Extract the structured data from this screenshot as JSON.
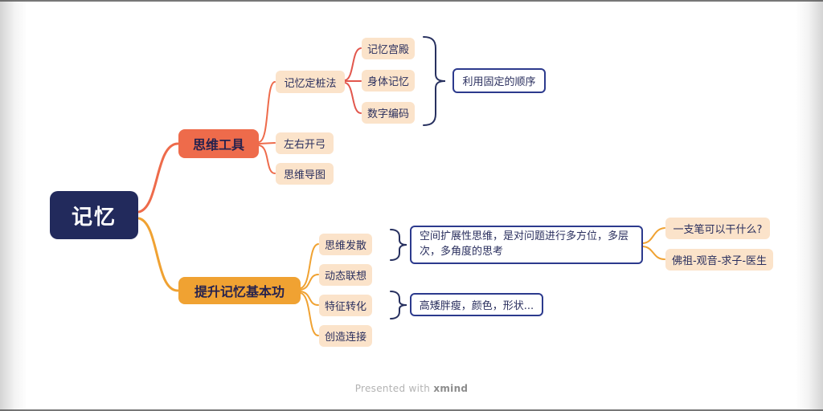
{
  "palette": {
    "root_bg": "#222a5c",
    "branch1_bg": "#ee6b4b",
    "branch2_bg": "#f0a232",
    "leaf_bg": "#fbe3ca",
    "callout_border": "#2c3a8d",
    "text_dark": "#2a2f5e",
    "line_orange": "#ee6b4b",
    "line_amber": "#f0a232",
    "line_red": "#e2574d",
    "brace_color": "#27305f"
  },
  "nodes": {
    "root": "记忆",
    "thinking_tools": "思维工具",
    "memory_pegging": "记忆定桩法",
    "memory_palace": "记忆宫殿",
    "body_memory": "身体记忆",
    "number_encoding": "数字编码",
    "fixed_order_callout": "利用固定的顺序",
    "ambidexterity": "左右开弓",
    "mind_map": "思维导图",
    "basic_skills": "提升记忆基本功",
    "divergent_thinking": "思维发散",
    "dynamic_association": "动态联想",
    "feature_transform": "特征转化",
    "create_connection": "创造连接",
    "spatial_callout": "空间扩展性思维，是对问题进行多方位，多层次，多角度的思考",
    "pen_example": "一支笔可以干什么?",
    "buddha_association": "佛祖-观音-求子-医生",
    "appearance_callout": "高矮胖瘦，颜色，形状..."
  },
  "footer": {
    "presented": "Presented with",
    "brand": "xmind"
  }
}
